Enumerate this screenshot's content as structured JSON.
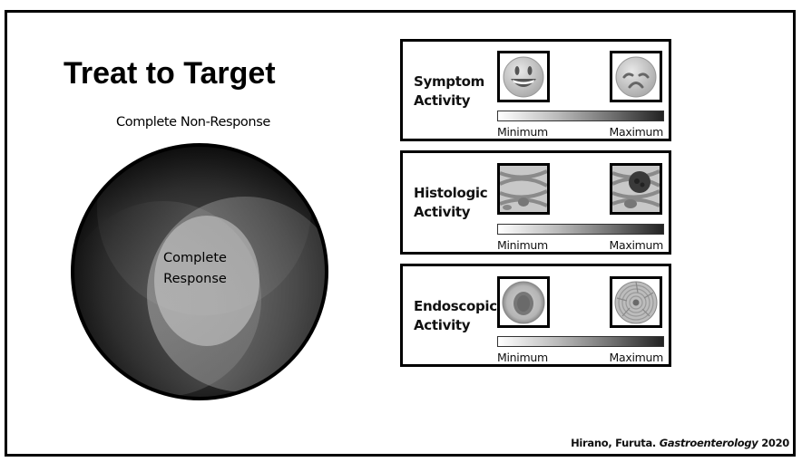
{
  "slide": {
    "title": "Treat to Target",
    "outer_label": "Complete Non-Response",
    "center_label_line1": "Complete",
    "center_label_line2": "Response",
    "citation": {
      "authors": "Hirano, Furuta.",
      "journal": "Gastroenterology",
      "year": "2020"
    }
  },
  "panels": [
    {
      "label_line1": "Symptom",
      "label_line2": "Activity",
      "min_image": "smiling-face-icon",
      "max_image": "sad-face-icon",
      "min_label": "Minimum",
      "max_label": "Maximum"
    },
    {
      "label_line1": "Histologic",
      "label_line2": "Activity",
      "min_image": "normal-tissue-histology-icon",
      "max_image": "inflamed-tissue-histology-icon",
      "min_label": "Minimum",
      "max_label": "Maximum"
    },
    {
      "label_line1": "Endoscopic",
      "label_line2": "Activity",
      "min_image": "normal-esophagus-endoscopy-icon",
      "max_image": "ringed-esophagus-endoscopy-icon",
      "min_label": "Minimum",
      "max_label": "Maximum"
    }
  ],
  "colors": {
    "frame": "#000000",
    "gradient_min": "#ffffff",
    "gradient_max": "#222222"
  }
}
